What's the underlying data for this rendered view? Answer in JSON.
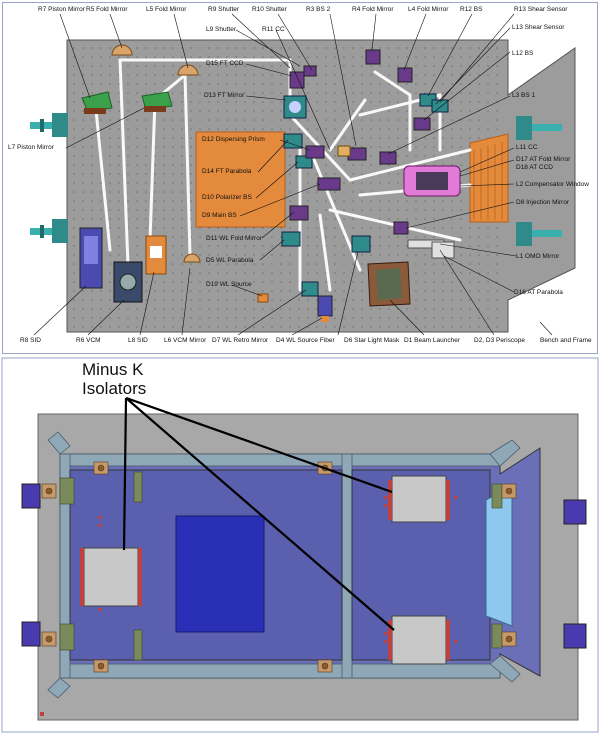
{
  "top_diagram": {
    "labels": {
      "r7": "R7 Piston Mirror",
      "r5": "R5 Fold Mirror",
      "l5": "L5 Fold Mirror",
      "r9": "R9 Shutter",
      "r10": "R10 Shutter",
      "r3": "R3 BS 2",
      "r4": "R4 Fold Mirror",
      "l4": "L4 Fold Mirror",
      "r12": "R12 BS",
      "r13": "R13 Shear Sensor",
      "l13": "L13 Shear Sensor",
      "l9": "L9 Shutter",
      "r11": "R11 CC",
      "d15": "D15 FT CCD",
      "l12": "L12 BS",
      "l3": "L3 BS 1",
      "d13": "D13 FT Mirror",
      "l7": "L7 Piston Mirror",
      "d12": "D12 Dispersing Prism",
      "d14": "D14 FT Parabola",
      "d10": "D10 Polarizer BS",
      "d9": "D9 Main BS",
      "l11": "L11 CC",
      "d17": "D17 AT Fold Mirror",
      "d18": "D18 AT CCD",
      "l2": "L2 Compensator Window",
      "d8": "D8 Injection Mirror",
      "d11": "D11 WL Fold Mirror",
      "d5": "D5 WL Parabola",
      "l1": "L1 OMO Mirror",
      "d19": "D19 WL Source",
      "d16": "D16 AT Parabola",
      "r8": "R8 SID",
      "r6": "R6 VCM",
      "l8": "L8 SID",
      "l6": "L6 VCM Mirror",
      "d7": "D7 WL Retro Mirror",
      "d4": "D4 WL Source Fiber",
      "d6": "D6 Star Light Mask",
      "d1": "D1 Beam Launcher",
      "d23": "D2, D3 Periscope",
      "bench": "Bench and Frame"
    }
  },
  "bottom_diagram": {
    "callout": "Minus K\nIsolators"
  },
  "colors": {
    "bench": "#9c9c9c",
    "orange": "#e38a3c",
    "teal": "#2f8a8a",
    "magenta": "#d070c8",
    "beam": "#ffffff",
    "frame_gray": "#a8a8a8",
    "plate_blue": "#5a5fae",
    "dark_blue": "#2a2fb8",
    "light_blue": "#8fc8ee",
    "iso_gray": "#c8c8c8",
    "pad_red": "#c04040"
  }
}
